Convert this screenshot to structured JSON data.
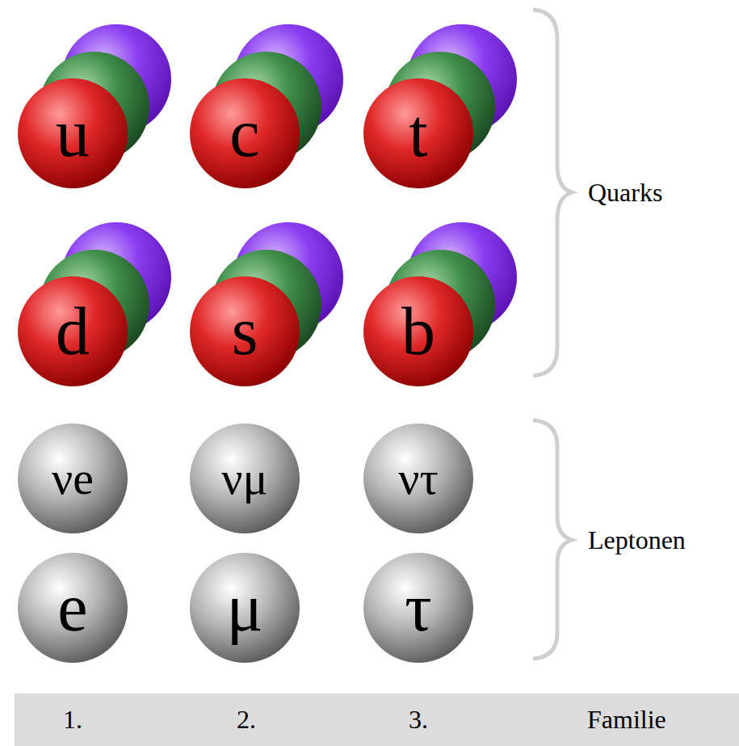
{
  "diagram": {
    "nodes": [
      {
        "text": [
          "u"
        ]
      },
      {
        "text": [
          "c"
        ]
      },
      {
        "text": [
          "t"
        ]
      },
      {
        "text": [
          "d"
        ]
      },
      {
        "text": [
          "s"
        ]
      },
      {
        "text": [
          "b"
        ]
      },
      {
        "text": [
          "νe"
        ]
      },
      {
        "text": [
          "νμ"
        ]
      },
      {
        "text": [
          "ντ"
        ]
      },
      {
        "text": [
          "e"
        ]
      },
      {
        "text": [
          "μ"
        ]
      },
      {
        "text": [
          "τ"
        ]
      }
    ],
    "labels": [
      "Quarks",
      "Leptonen",
      "1.",
      "2.",
      "3.",
      "Familie"
    ]
  }
}
